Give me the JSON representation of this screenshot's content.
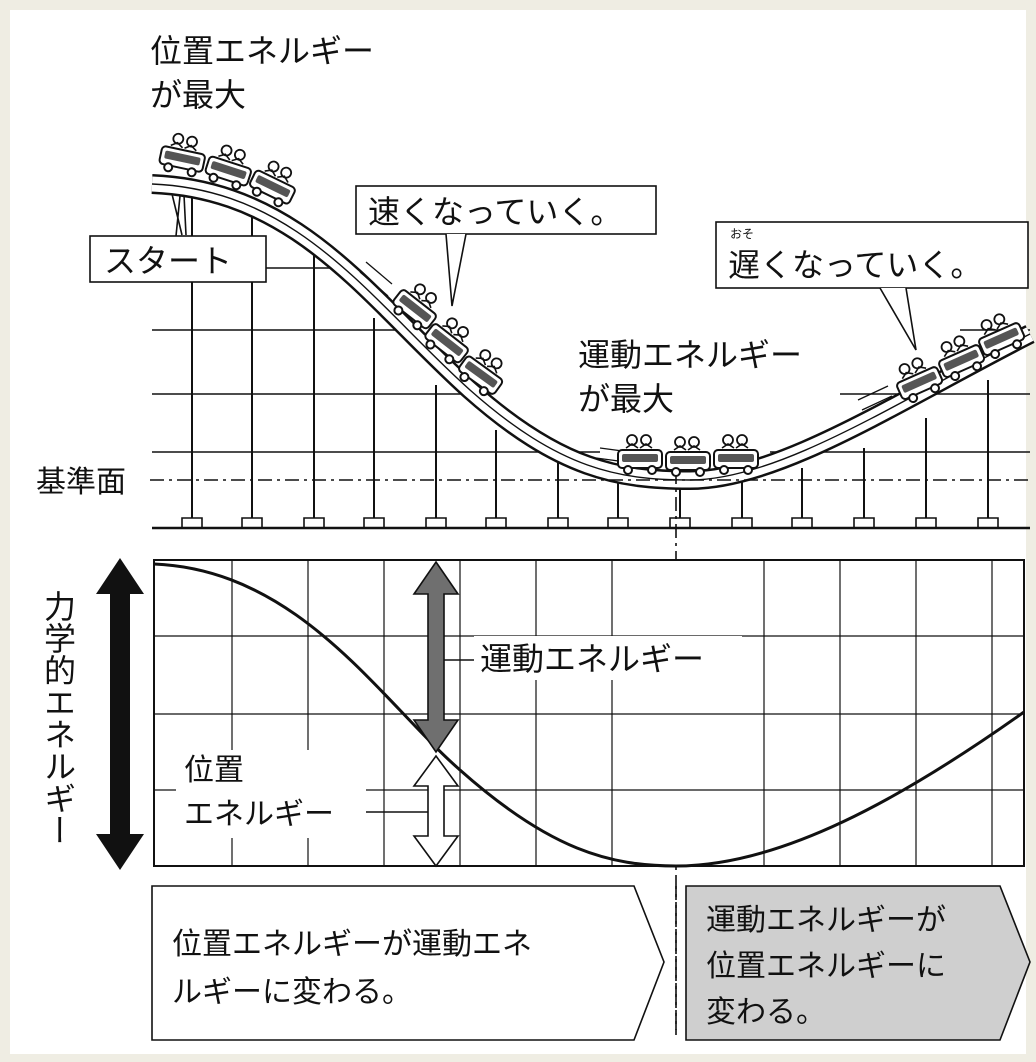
{
  "labels": {
    "pe_max_1": "位置エネルギー",
    "pe_max_2": "が最大",
    "start": "スタート",
    "faster": "速くなっていく。",
    "slower": "遅くなっていく。",
    "slower_ruby": "おそ",
    "ke_max_1": "運動エネルギー",
    "ke_max_2": "が最大",
    "reference_plane": "基準面",
    "mech_energy": "力学的エネルギー",
    "kinetic": "運動エネルギー",
    "potential_1": "位置",
    "potential_2": "エネルギー",
    "box_left_1": "位置エネルギーが運動エネ",
    "box_left_2": "ルギーに変わる。",
    "box_right_1": "運動エネルギーが",
    "box_right_2": "位置エネルギーに",
    "box_right_3": "変わる。"
  },
  "colors": {
    "background": "#efede3",
    "panel": "#ffffff",
    "ink": "#111111",
    "kinetic_arrow": "#6f6f6f",
    "right_box": "#cfcfcf"
  }
}
